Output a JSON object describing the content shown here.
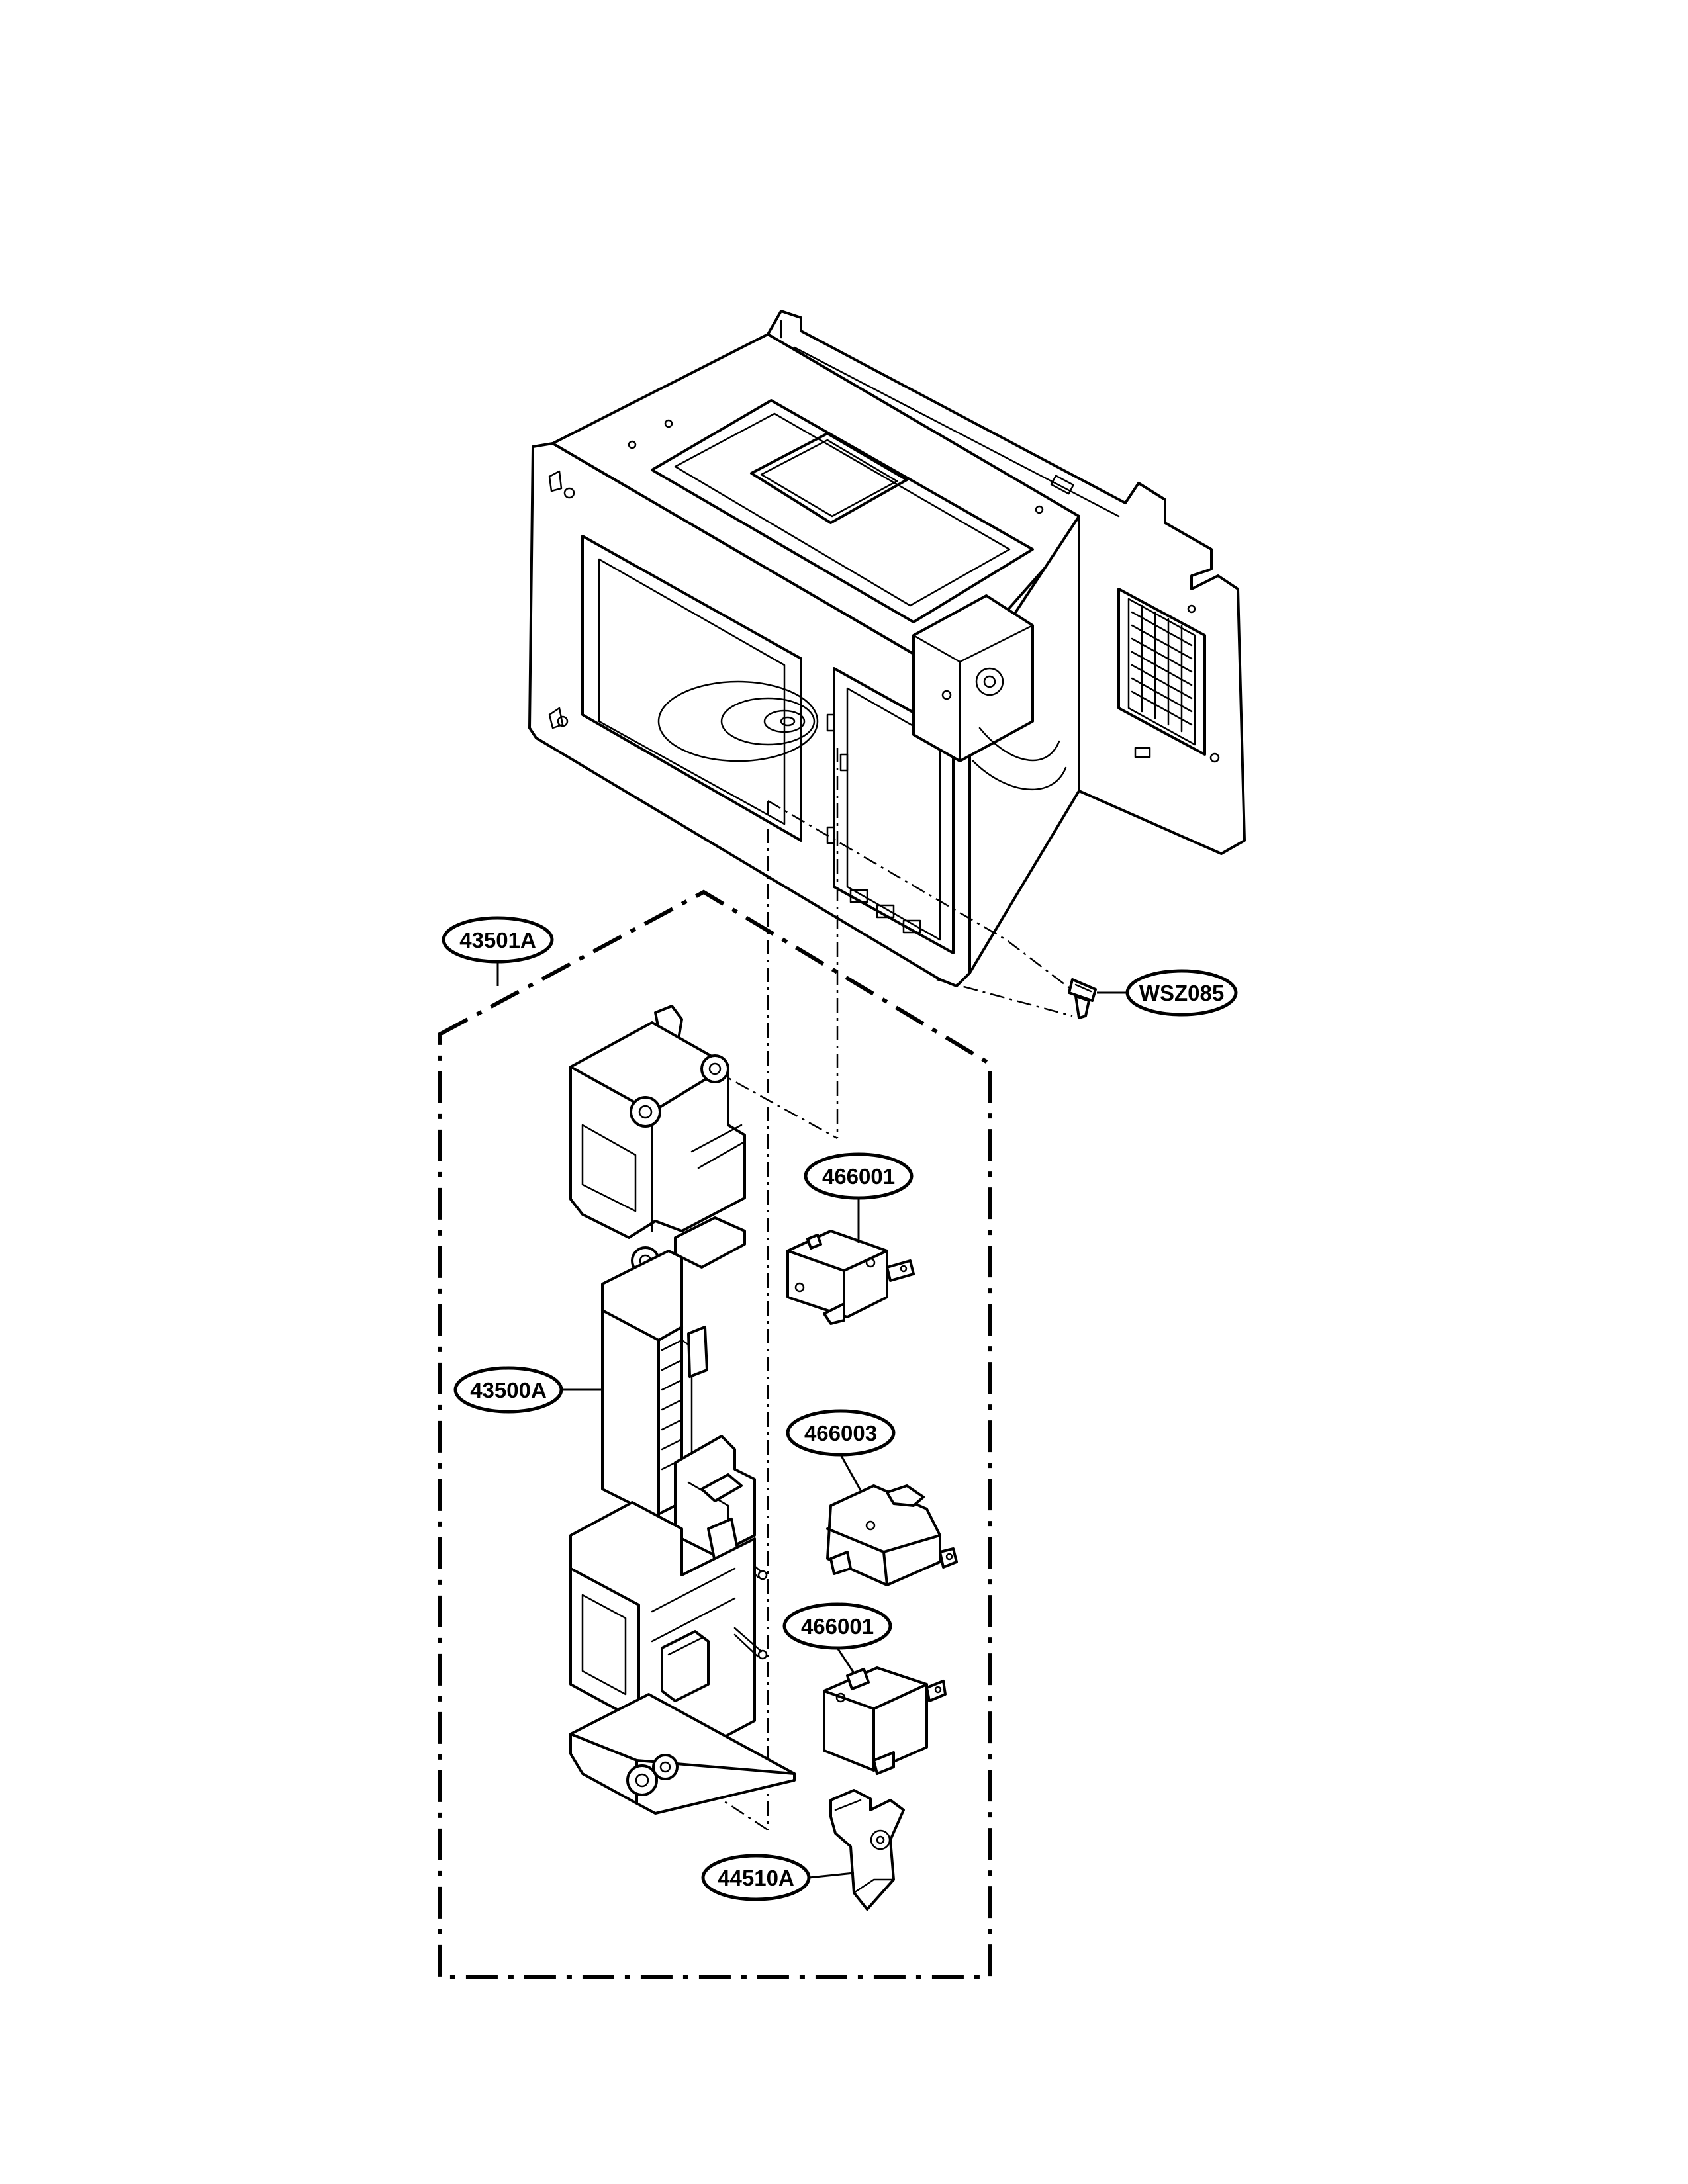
{
  "callouts": [
    {
      "id": "bracket_assembly",
      "label": "43501A"
    },
    {
      "id": "screw",
      "label": "WSZ085"
    },
    {
      "id": "switch_upper",
      "label": "466001"
    },
    {
      "id": "latch_bracket",
      "label": "43500A"
    },
    {
      "id": "switch_middle",
      "label": "466003"
    },
    {
      "id": "switch_lower",
      "label": "466001"
    },
    {
      "id": "lever",
      "label": "44510A"
    }
  ]
}
